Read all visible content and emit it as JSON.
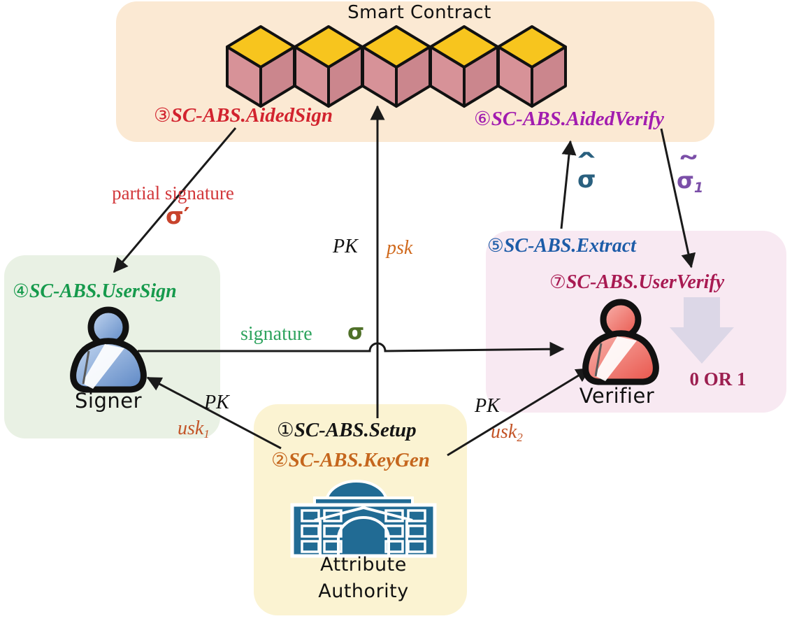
{
  "smart_contract": {
    "title": "Smart Contract",
    "bg_color": "#fbe9d3",
    "cube_top_color": "#f7c51e",
    "cube_left_color": "#d79298",
    "cube_right_color": "#cb868d",
    "icon": "blockchain-cubes-icon"
  },
  "signer_node": {
    "label": "Signer",
    "bg_color": "#e9f1e4",
    "person_color": "#6a95cf",
    "icon": "person-icon"
  },
  "verifier_node": {
    "label": "Verifier",
    "bg_color": "#f8e9f2",
    "person_color": "#ed6a60",
    "icon": "person-icon",
    "result": "0 OR 1",
    "result_color": "#9c1f50",
    "result_arrow_color": "#dcd7e7",
    "result_arrow_icon": "down-block-arrow-icon"
  },
  "authority_node": {
    "label_line1": "Attribute",
    "label_line2": "Authority",
    "bg_color": "#fbf3d2",
    "building_color": "#216b94",
    "icon": "bank-building-icon"
  },
  "steps": {
    "setup": {
      "num": "①",
      "name": "SC-ABS.Setup",
      "color": "#141414"
    },
    "keygen": {
      "num": "②",
      "name": "SC-ABS.KeyGen",
      "color": "#c5661d"
    },
    "aidedsign": {
      "num": "③",
      "name": "SC-ABS.AidedSign",
      "color": "#d2232e"
    },
    "usersign": {
      "num": "④",
      "name": "SC-ABS.UserSign",
      "color": "#169a4c"
    },
    "extract": {
      "num": "⑤",
      "name": "SC-ABS.Extract",
      "color": "#1d5ca8"
    },
    "aidedverify": {
      "num": "⑥",
      "name": "SC-ABS.AidedVerify",
      "color": "#a21caf"
    },
    "userverify": {
      "num": "⑦",
      "name": "SC-ABS.UserVerify",
      "color": "#a81a52"
    }
  },
  "messages": {
    "partial_signature": {
      "label": "partial signature",
      "symbol": "σ′",
      "label_color": "#d2373a",
      "symbol_color": "#c8432c"
    },
    "pk_center": {
      "text": "PK",
      "color": "#111111"
    },
    "psk": {
      "text": "psk",
      "color": "#d06a1e"
    },
    "signature": {
      "label": "signature",
      "symbol": "σ",
      "label_color": "#2ea35e",
      "symbol_color": "#4f7028"
    },
    "pk_left": {
      "text": "PK",
      "color": "#111111"
    },
    "usk1": {
      "base": "usk",
      "sub": "1",
      "color": "#c35427"
    },
    "pk_right": {
      "text": "PK",
      "color": "#111111"
    },
    "usk2": {
      "base": "usk",
      "sub": "2",
      "color": "#c35427"
    },
    "sigma_hat": {
      "base": "σ",
      "accent": "ˆ",
      "color": "#2a607f"
    },
    "sigma_tilde1": {
      "base": "σ",
      "accent": "˜",
      "sub": "1",
      "color": "#7b4fa8"
    }
  },
  "arrow_color": "#1a1a1a"
}
